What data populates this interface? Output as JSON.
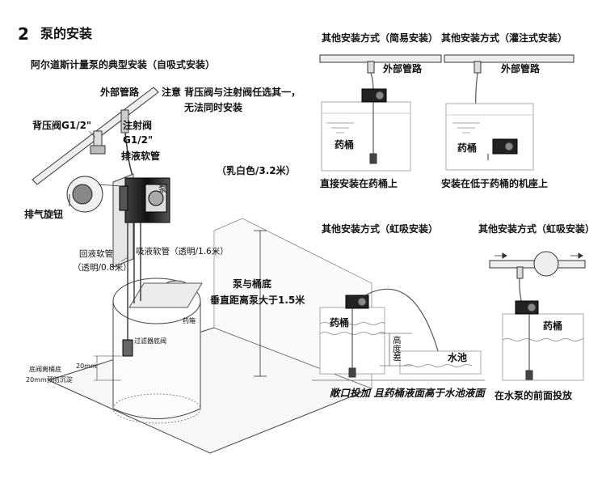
{
  "section": {
    "number": "2",
    "title": "泵的安装"
  },
  "main": {
    "title": "阿尔道斯计量泵的典型安装（自吸式安装）",
    "labels": {
      "external_pipe": "外部管路",
      "note_line1": "注意  背压阀与注射阀任选其一，",
      "note_line2": "无法同时安装",
      "backpressure_valve": "背压阀G1/2\"",
      "injection_valve_line1": "注射阀",
      "injection_valve_line2": "G1/2\"",
      "discharge_hose": "排液软管",
      "pump_body": "泵",
      "bleed_knob": "排气旋钮",
      "milky_white": "（乳白色/3.2米）",
      "return_hose": "回液软管",
      "return_hose_spec": "（透明/0.8米）",
      "suction_hose": "吸液软管（透明/1.6米）",
      "tank": "药箱",
      "filter_valve": "过滤器底阀",
      "pump_to_bottom_line1": "泵与桶底",
      "pump_to_bottom_line2": "垂直距离泵大于1.5米",
      "distance_20mm": "20mm",
      "bottom_valve_line1": "底阀离桶底",
      "bottom_valve_line2": "20mm预防沉淀"
    }
  },
  "panels": [
    {
      "id": "simple",
      "title": "其他安装方式（简易安装）",
      "pipe_label": "外部管路",
      "tank_label": "药桶",
      "caption": "直接安装在药桶上"
    },
    {
      "id": "flooded",
      "title": "其他安装方式（灌注式安装）",
      "pipe_label": "外部管路",
      "tank_label": "药桶",
      "caption": "安装在低于药桶的机座上"
    },
    {
      "id": "siphon1",
      "title": "其他安装方式（虹吸安装）",
      "tank_label": "药桶",
      "height_label": "高度差",
      "pool_label": "水池",
      "caption": "敞口投加  且药桶液面高于水池液面"
    },
    {
      "id": "siphon2",
      "title": "其他安装方式（虹吸安装）",
      "tank_label": "药桶",
      "caption": "在水泵的前面投放"
    }
  ]
}
